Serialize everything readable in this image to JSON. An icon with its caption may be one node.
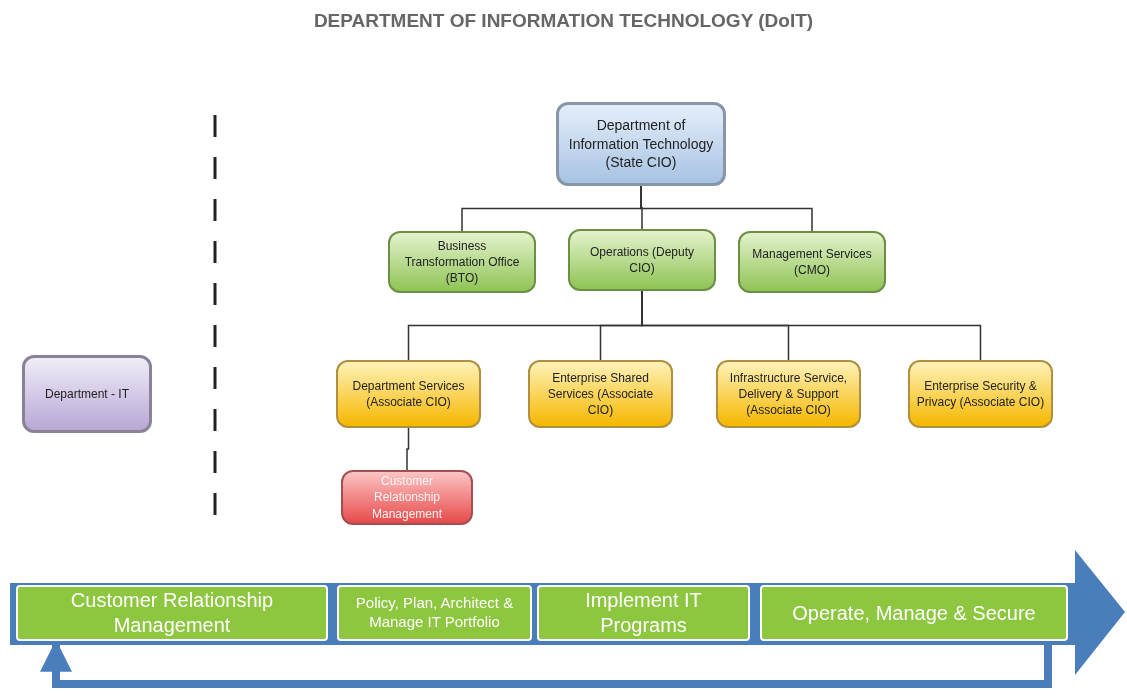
{
  "diagram": {
    "title": "DEPARTMENT OF INFORMATION TECHNOLOGY (DoIT)",
    "nodes": [
      {
        "text": [
          "Department of Information Technology (State CIO)"
        ]
      },
      {
        "text": [
          "Business Transformation Office (BTO)"
        ]
      },
      {
        "text": [
          "Operations (Deputy CIO)"
        ]
      },
      {
        "text": [
          "Management Services (CMO)"
        ]
      },
      {
        "text": [
          "Department Services (Associate CIO)"
        ]
      },
      {
        "text": [
          "Enterprise Shared Services (Associate CIO)"
        ]
      },
      {
        "text": [
          "Infrastructure Service, Delivery & Support (Associate CIO)"
        ]
      },
      {
        "text": [
          "Enterprise Security & Privacy (Associate CIO)"
        ]
      },
      {
        "text": [
          "Customer Relationship Management"
        ]
      },
      {
        "text": [
          "Department - IT"
        ]
      },
      {
        "text": [],
        "shape": "arrow"
      },
      {
        "text": [
          "Customer Relationship Management"
        ],
        "in": 10
      },
      {
        "text": [
          "Policy, Plan, Architect & Manage IT Portfolio"
        ],
        "in": 10
      },
      {
        "text": [
          "Implement IT Programs"
        ],
        "in": 10
      },
      {
        "text": [
          "Operate, Manage & Secure"
        ],
        "in": 10
      }
    ],
    "edges": [
      {
        "from": 0,
        "to": 1,
        "arrow": "none"
      },
      {
        "from": 0,
        "to": 2,
        "arrow": "none"
      },
      {
        "from": 0,
        "to": 3,
        "arrow": "none"
      },
      {
        "from": 2,
        "to": 4,
        "arrow": "none"
      },
      {
        "from": 2,
        "to": 5,
        "arrow": "none"
      },
      {
        "from": 2,
        "to": 6,
        "arrow": "none"
      },
      {
        "from": 2,
        "to": 7,
        "arrow": "none"
      },
      {
        "from": 4,
        "to": 8,
        "arrow": "none"
      },
      {
        "from": 14,
        "to": 11,
        "arrow": "to",
        "style": "thick",
        "color": "#4a7ebb"
      }
    ]
  }
}
